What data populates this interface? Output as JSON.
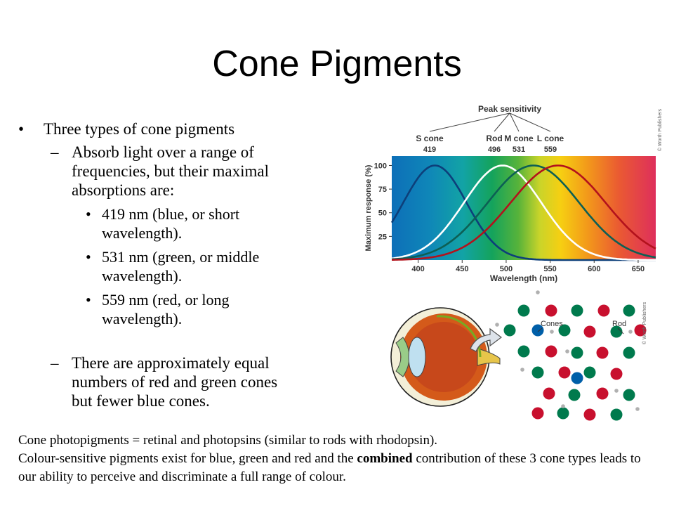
{
  "title": "Cone Pigments",
  "bullets": {
    "main": "Three types of cone pigments",
    "sub1": "Absorb light over a range of frequencies, but their maximal absorptions are:",
    "items": [
      "419 nm (blue, or short wavelength).",
      "531 nm (green, or middle wavelength).",
      "559 nm (red, or long wavelength)."
    ],
    "sub2": "There are approximately equal numbers of red and green cones but fewer blue cones."
  },
  "footer": {
    "line1": "Cone photopigments = retinal and photopsins (similar to rods with rhodopsin).",
    "line2_pre": "Colour-sensitive pigments exist for blue, green and red and the ",
    "line2_bold": "combined",
    "line2_post": " contribution of these 3 cone types leads to our ability to perceive and discriminate a full range of colour."
  },
  "chart_data": {
    "type": "line",
    "title": "Peak sensitivity",
    "xlabel": "Wavelength (nm)",
    "ylabel": "Maximum response (%)",
    "xlim": [
      370,
      670
    ],
    "ylim": [
      0,
      110
    ],
    "xticks": [
      400,
      450,
      500,
      550,
      600,
      650
    ],
    "yticks": [
      25,
      50,
      75,
      100
    ],
    "peaks": [
      {
        "label": "S cone",
        "value": "419"
      },
      {
        "label": "Rod",
        "value": "496"
      },
      {
        "label": "M cone",
        "value": "531"
      },
      {
        "label": "L cone",
        "value": "559"
      }
    ],
    "credit": "© Worth Publishers",
    "series": [
      {
        "name": "S cone",
        "color": "#0d3f7a",
        "peak": 419,
        "sigma": 36
      },
      {
        "name": "Rod",
        "color": "#ffffff",
        "peak": 496,
        "sigma": 44
      },
      {
        "name": "M cone",
        "color": "#0d5f54",
        "peak": 531,
        "sigma": 52
      },
      {
        "name": "L cone",
        "color": "#b3121c",
        "peak": 559,
        "sigma": 54
      }
    ]
  },
  "figure": {
    "labels": {
      "cones": "Cones",
      "rod": "Rod"
    },
    "credit": "© Worth Publishers",
    "colors": {
      "red": "#c8102e",
      "green": "#007a4d",
      "blue": "#005fa8",
      "rod": "#b0b0b0"
    }
  }
}
